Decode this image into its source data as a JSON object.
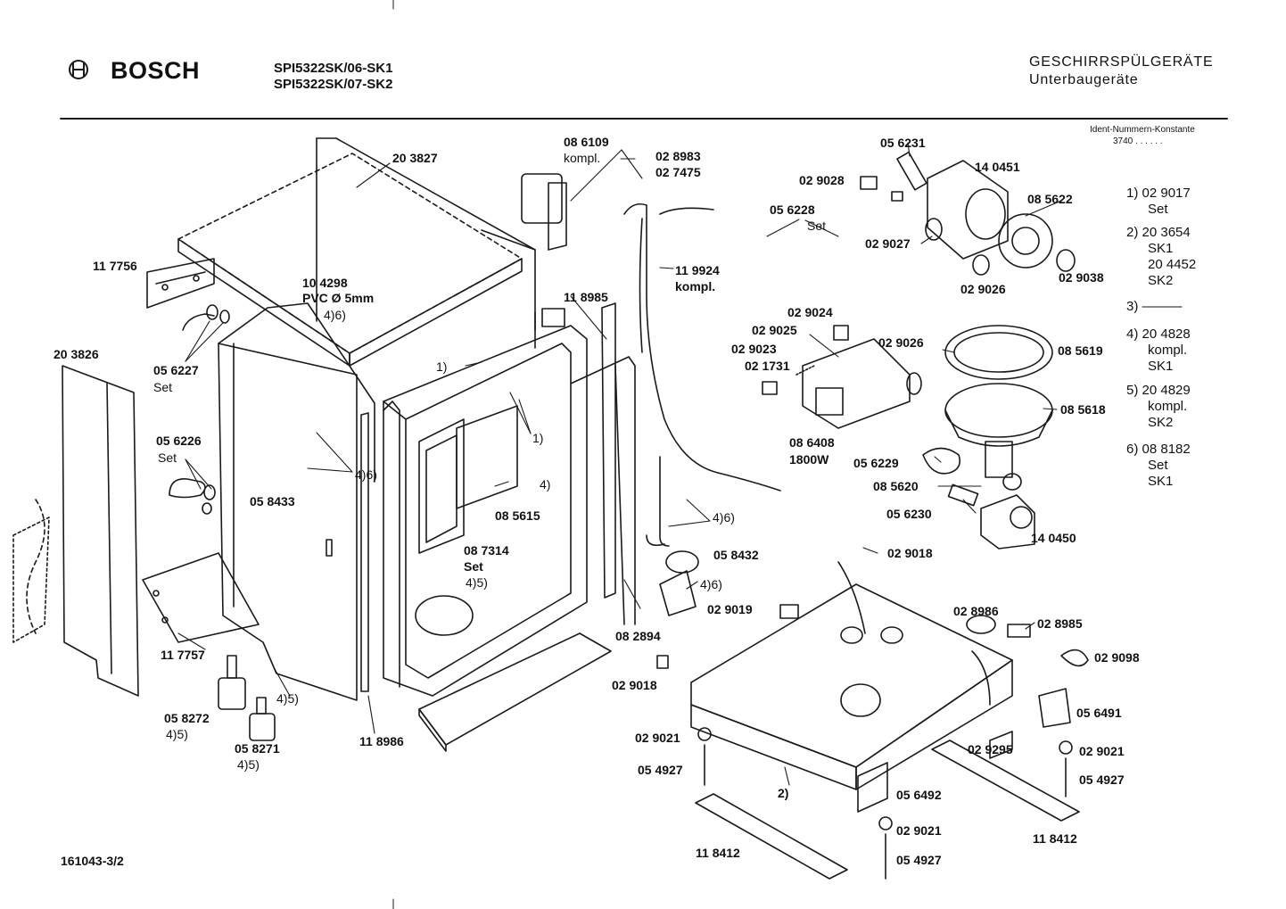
{
  "header": {
    "brand": "BOSCH",
    "brand_icon": "bosch-armature-icon",
    "models": [
      "SPI5322SK/06-SK1",
      "SPI5322SK/07-SK2"
    ],
    "category": "GESCHIRRSPÜLGERÄTE",
    "subcategory": "Unterbaugeräte",
    "ident_title": "Ident-Nummern-Konstante",
    "ident_value": "3740 . . . . . ."
  },
  "legend": [
    {
      "key": "1)",
      "lines": [
        "02 9017",
        "Set"
      ]
    },
    {
      "key": "2)",
      "lines": [
        "20 3654",
        "SK1",
        "20 4452",
        "SK2"
      ]
    },
    {
      "key": "3)",
      "lines": [
        "———"
      ]
    },
    {
      "key": "4)",
      "lines": [
        "20 4828",
        "kompl.",
        "SK1"
      ]
    },
    {
      "key": "5)",
      "lines": [
        "20 4829",
        "kompl.",
        "SK2"
      ]
    },
    {
      "key": "6)",
      "lines": [
        "08 8182",
        "Set",
        "SK1"
      ]
    }
  ],
  "labels": {
    "l01": "20 3827",
    "l02": "08 6109",
    "l03": "kompl.",
    "l04": "02 8983",
    "l05": "02 7475",
    "l06": "05 6231",
    "l07": "02 9028",
    "l08": "14 0451",
    "l09": "05 6228",
    "l10": "Set",
    "l11": "08 5622",
    "l12": "02 9027",
    "l13": "02 9026",
    "l14": "02 9038",
    "l15": "11 7756",
    "l16": "10 4298",
    "l17": "PVC Ø 5mm",
    "l18": "4)6)",
    "l19": "11 9924",
    "l20": "kompl.",
    "l21": "11 8985",
    "l22": "02 9024",
    "l23": "02 9025",
    "l24": "02 9026",
    "l25": "02 9023",
    "l26": "02 1731",
    "l27": "08 5619",
    "l28": "20 3826",
    "l29": "05 6227",
    "l30": "Set",
    "l31": "1)",
    "l32": "1)",
    "l33": "08 5618",
    "l34": "05 6226",
    "l35": "Set",
    "l36": "4)6)",
    "l37": "08 6408",
    "l38": "1800W",
    "l39": "05 6229",
    "l40": "05 8433",
    "l41": "4)",
    "l42": "08 5620",
    "l43": "08 5615",
    "l44": "05 6230",
    "l45": "4)6)",
    "l46": "14 0450",
    "l47": "08 7314",
    "l48": "Set",
    "l49": "4)5)",
    "l50": "05 8432",
    "l51": "02 9018",
    "l52": "4)6)",
    "l53": "02 9019",
    "l54": "02 8986",
    "l55": "02 8985",
    "l56": "11 7757",
    "l57": "08 2894",
    "l58": "02 9098",
    "l59": "02 9018",
    "l60": "4)5)",
    "l61": "05 6491",
    "l62": "05 8272",
    "l63": "4)5)",
    "l64": "02 9021",
    "l65": "11 8986",
    "l66": "05 8271",
    "l67": "4)5)",
    "l68": "02 9295",
    "l69": "02 9021",
    "l70": "05 4927",
    "l71": "2)",
    "l72": "05 4927",
    "l73": "05 6492",
    "l74": "02 9021",
    "l75": "11 8412",
    "l76": "11 8412",
    "l77": "05 4927"
  },
  "footer": {
    "doc_number": "161043-3/2"
  }
}
